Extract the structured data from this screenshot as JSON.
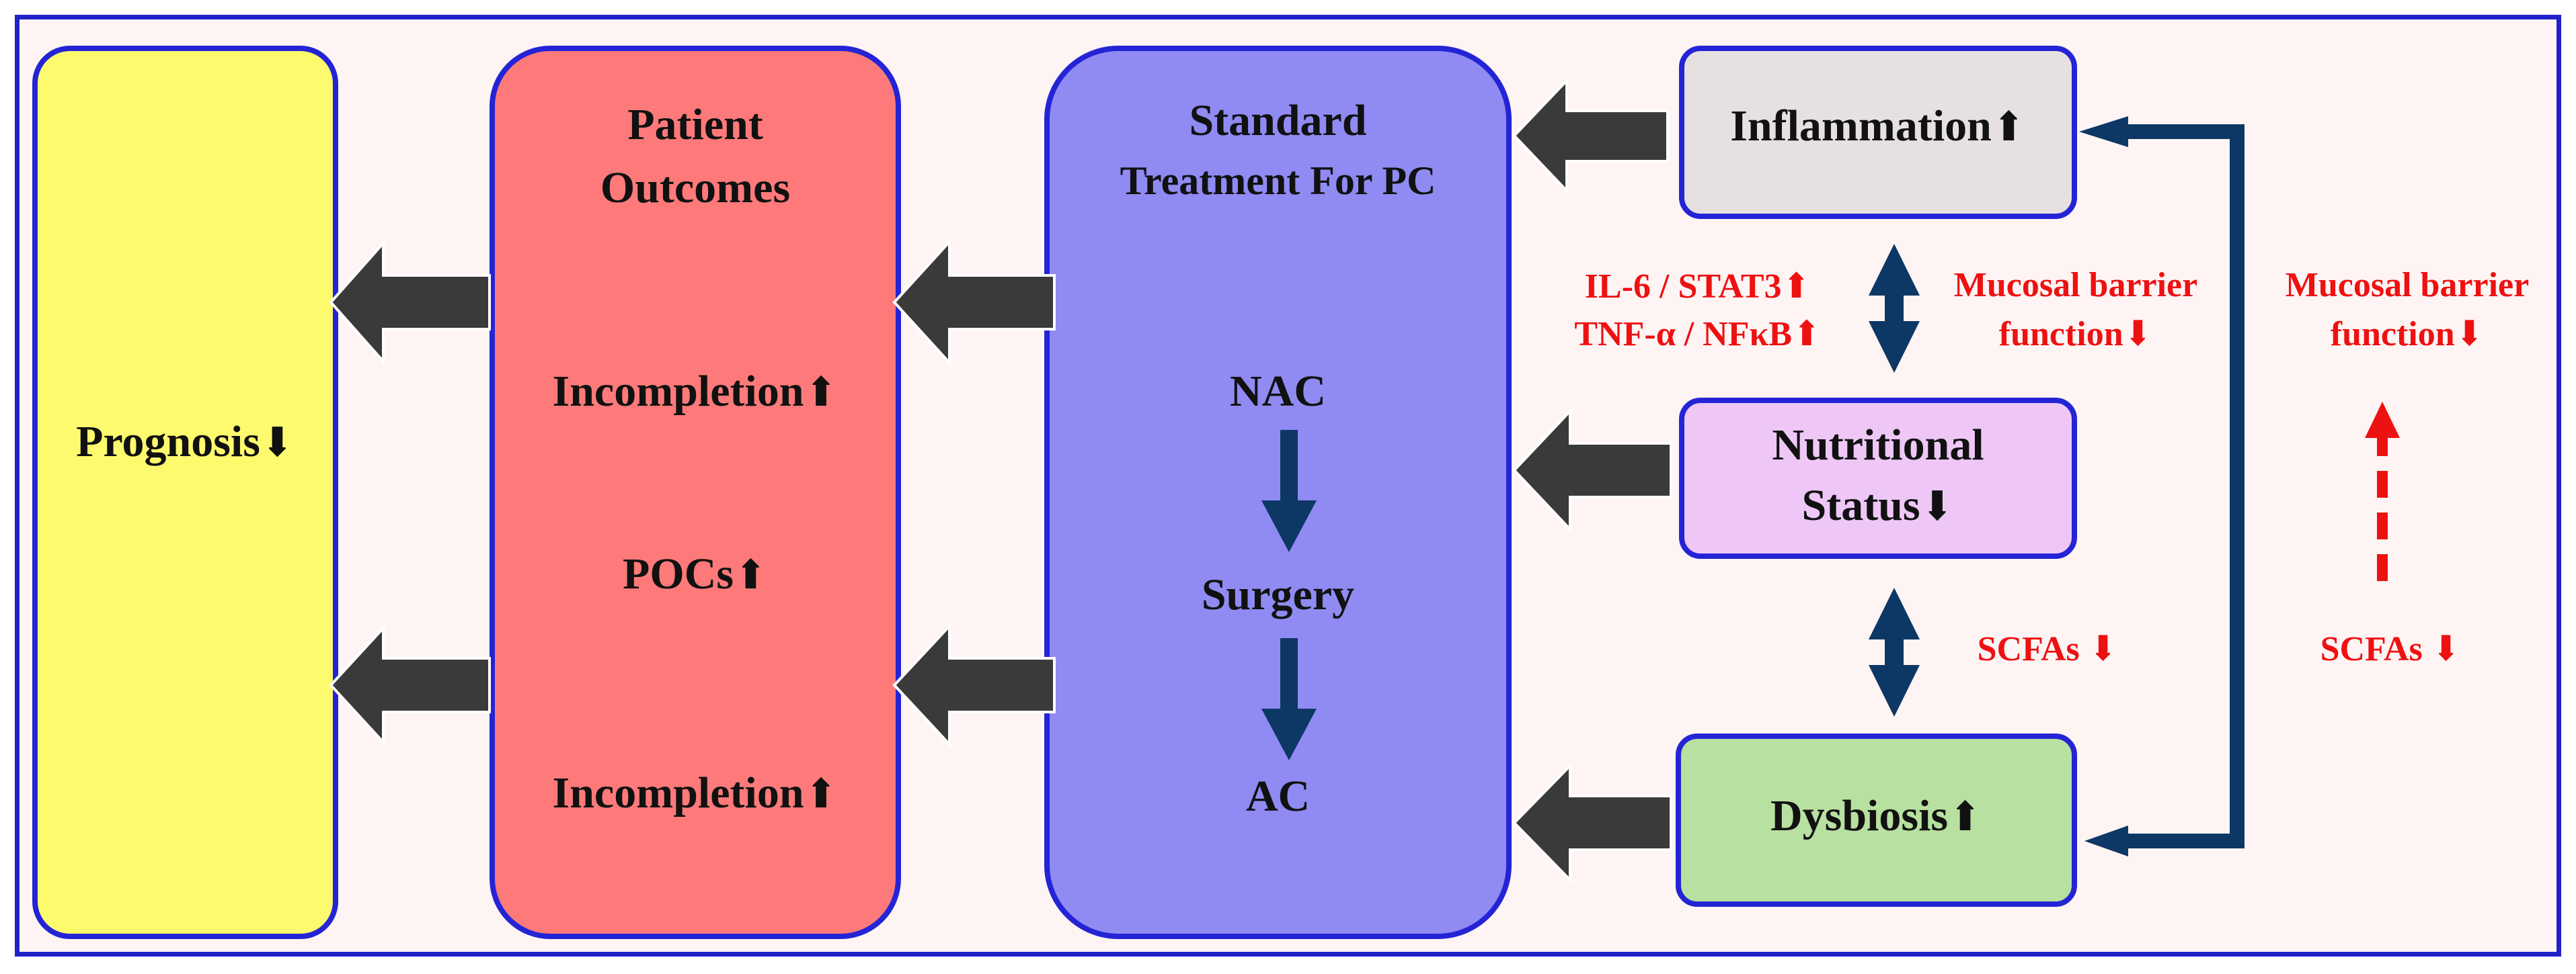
{
  "colors": {
    "frame_border": "#2121c8",
    "frame_fill": "#fff4f4",
    "prognosis_fill": "#fdfa6e",
    "outcomes_fill": "#fe7a7a",
    "treatment_fill": "#8f8bf3",
    "inflammation_fill": "#e6e0e0",
    "nutrition_fill": "#eec7f7",
    "dysbiosis_fill": "#b8e0a0",
    "navy_arrow": "#0d3765",
    "dark_arrow": "#3a3a3a",
    "red_text": "#ee1111"
  },
  "prognosis": {
    "label": "Prognosis",
    "arrow": "⬇"
  },
  "outcomes": {
    "title_line1": "Patient",
    "title_line2": "Outcomes",
    "item1": "Incompletion",
    "item1_arrow": "⬆",
    "item2": "POCs",
    "item2_arrow": "⬆",
    "item3": "Incompletion",
    "item3_arrow": "⬆"
  },
  "treatment": {
    "title_line1": "Standard",
    "title_line2": "Treatment For PC",
    "step1": "NAC",
    "step2": "Surgery",
    "step3": "AC"
  },
  "inflammation": {
    "label": "Inflammation",
    "arrow": "⬆"
  },
  "nutrition": {
    "line1": "Nutritional",
    "line2": "Status",
    "arrow": "⬇"
  },
  "dysbiosis": {
    "label": "Dysbiosis",
    "arrow": "⬆"
  },
  "markers": {
    "il6": "IL-6 / STAT3",
    "il6_arrow": "⬆",
    "tnf": "TNF-α / NFκB",
    "tnf_arrow": "⬆",
    "mucosal_line1": "Mucosal barrier",
    "mucosal_line2": "function",
    "mucosal_arrow": "⬇",
    "scfa": "SCFAs",
    "scfa_arrow": "⬇",
    "right_mucosal_line1": "Mucosal barrier",
    "right_mucosal_line2": "function",
    "right_mucosal_arrow": "⬇",
    "right_scfa": "SCFAs",
    "right_scfa_arrow": "⬇"
  }
}
